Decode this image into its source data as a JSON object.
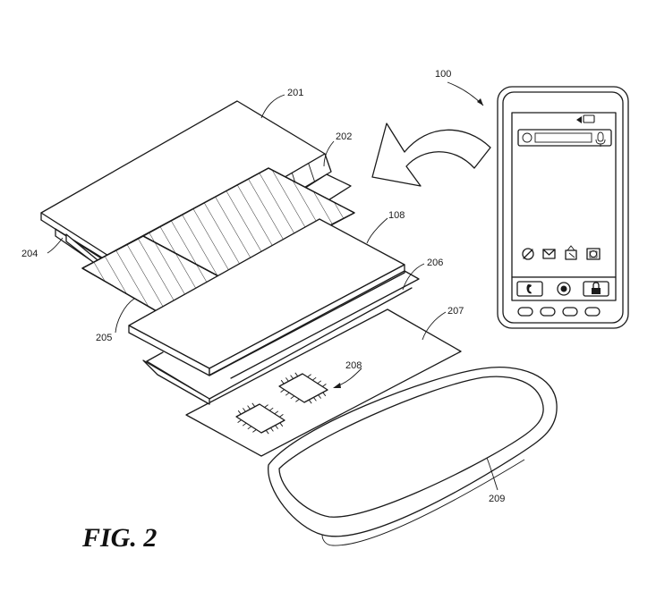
{
  "figure": {
    "caption": "FIG. 2",
    "labels": {
      "device": "100",
      "top_layer": "201",
      "second_layer": "202",
      "spacer_layer": "204",
      "hatched_layer": "205",
      "display_layer": "108",
      "layer_206": "206",
      "layer_207": "207",
      "chips": "208",
      "housing": "209"
    },
    "icons": [
      "circle-slash-icon",
      "envelope-icon",
      "shopping-bag-icon",
      "camera-icon",
      "phone-icon",
      "home-icon",
      "lock-icon"
    ]
  }
}
